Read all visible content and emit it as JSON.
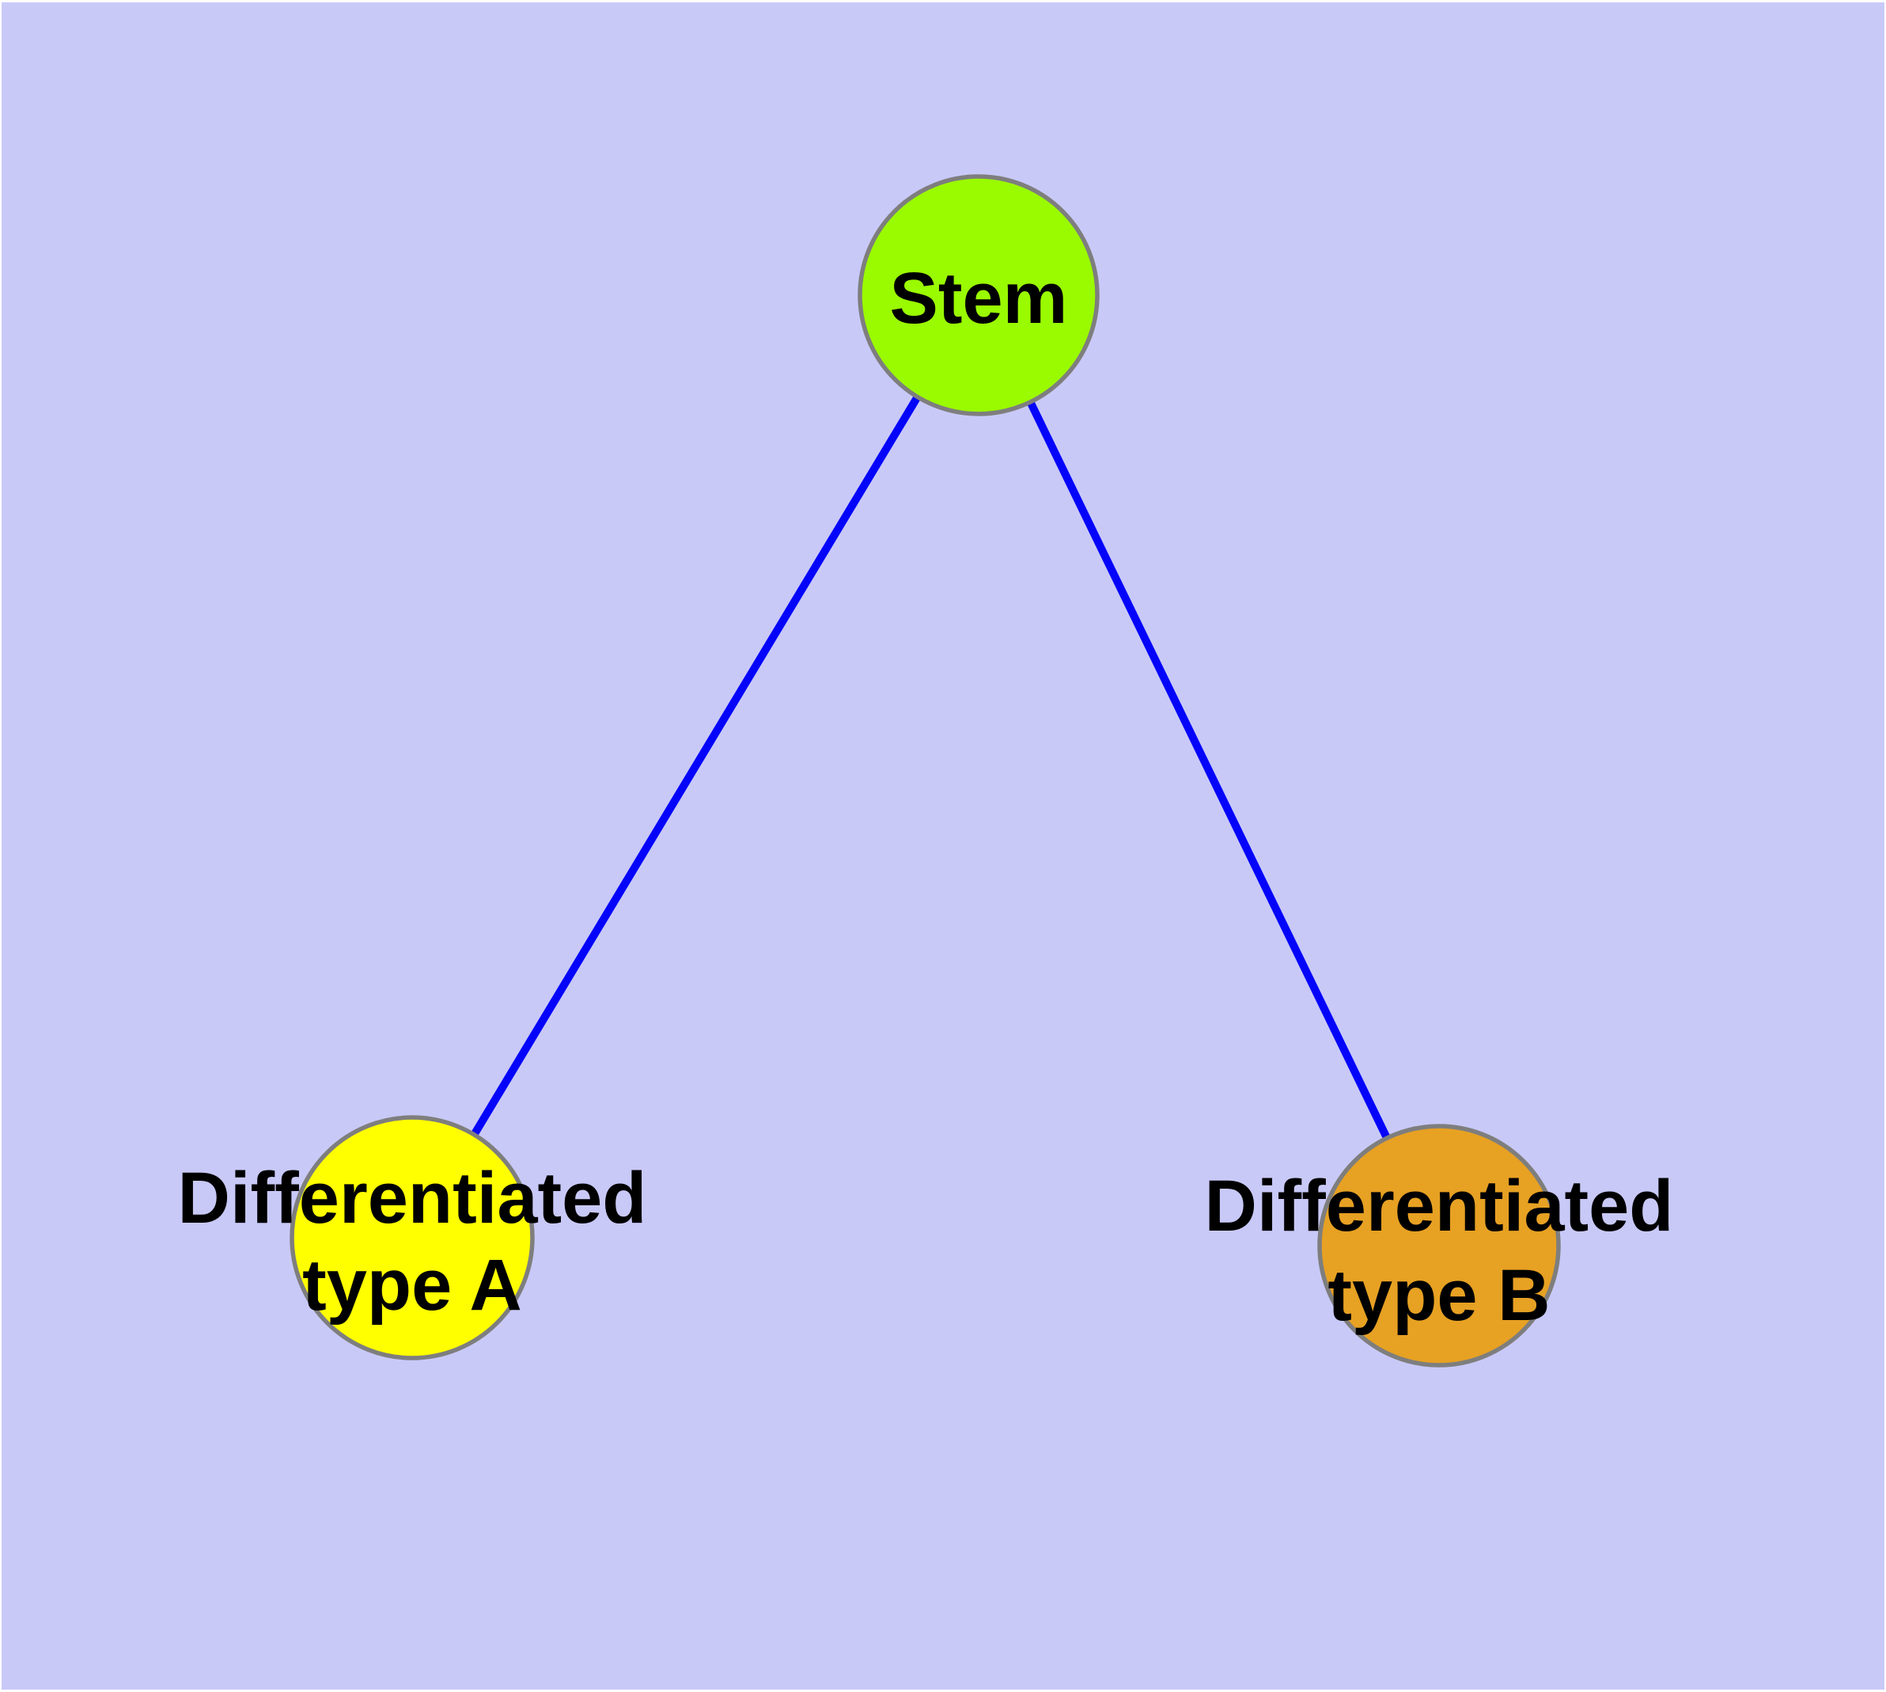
{
  "diagram": {
    "background_color": "#C9C9F8",
    "edge_color": "#0404FA",
    "node_border_color": "#7E7E7E",
    "label_color": "#000000",
    "nodes": [
      {
        "id": "stem",
        "label": "Stem",
        "fill_color": "#9AFA00"
      },
      {
        "id": "differentiated-type-a",
        "label": "Differentiated type A",
        "label_line1": "Differentiated",
        "label_line2": "type A",
        "fill_color": "#FFFF00"
      },
      {
        "id": "differentiated-type-b",
        "label": "Differentiated type B",
        "label_line1": "Differentiated",
        "label_line2": "type B",
        "fill_color": "#E7A123"
      }
    ],
    "edges": [
      {
        "from": "Stem",
        "to": "Differentiated type A"
      },
      {
        "from": "Stem",
        "to": "Differentiated type B"
      }
    ]
  }
}
